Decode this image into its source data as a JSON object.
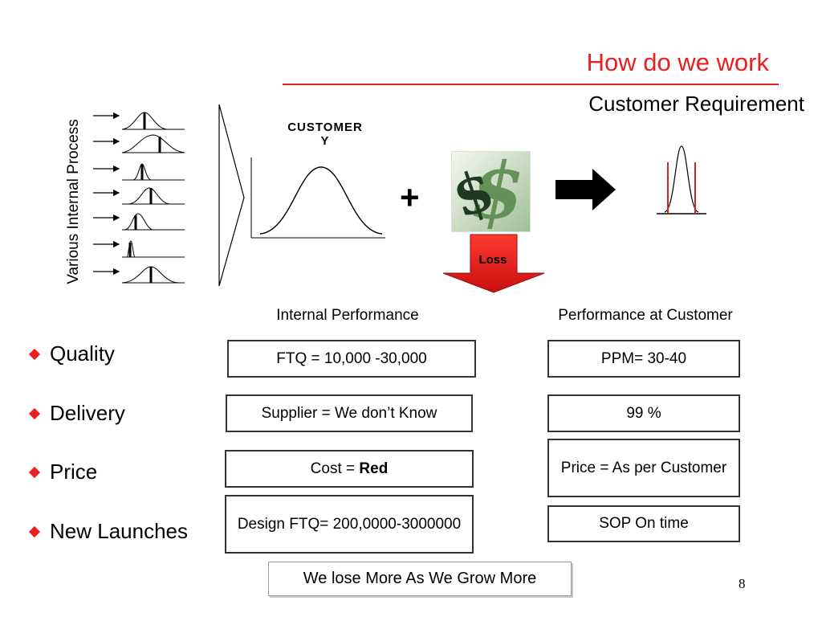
{
  "header": {
    "title": "How do we work",
    "subtitle": "Customer Requirement"
  },
  "diagram": {
    "vertical_label": "Various Internal Process",
    "customer_label_line1": "CUSTOMER",
    "customer_label_line2": "Y",
    "plus_sign": "+",
    "loss_label": "Loss",
    "arrow_color": "#e8201f",
    "limit_color": "#d9231f"
  },
  "columns": {
    "internal_header": "Internal Performance",
    "customer_header": "Performance at Customer"
  },
  "rows": [
    {
      "label": "Quality",
      "internal": "FTQ = 10,000 -30,000",
      "customer": "PPM= 30-40"
    },
    {
      "label": "Delivery",
      "internal": "Supplier = We don’t Know",
      "customer": "99 %"
    },
    {
      "label": "Price",
      "internal_prefix": "Cost = ",
      "internal_emphasis": "Red",
      "customer": "Price = As per Customer"
    },
    {
      "label": "New Launches",
      "internal": "Design FTQ= 200,0000-3000000",
      "customer": "SOP On time"
    }
  ],
  "footer": {
    "message": "We lose More As We Grow More",
    "page_number": "8"
  },
  "colors": {
    "accent": "#e8201f",
    "text": "#000000"
  }
}
